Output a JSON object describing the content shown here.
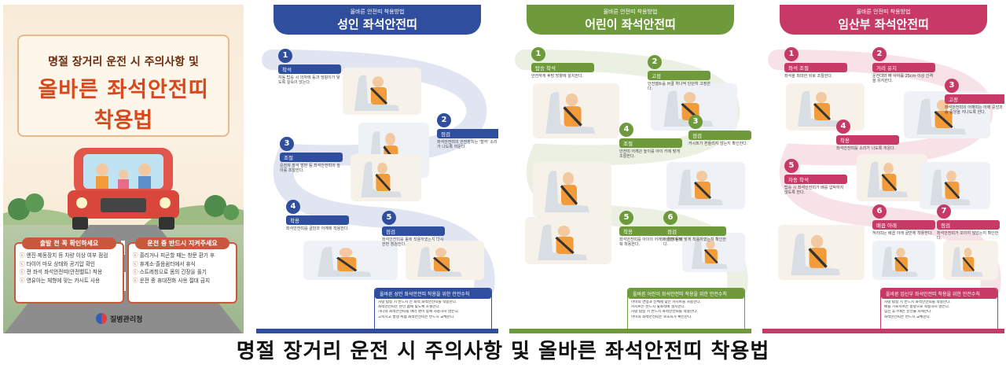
{
  "cover": {
    "subtitle": "명절 장거리 운전 시 주의사항 및",
    "title_line1": "올바른 좌석안전띠",
    "title_line2": "착용법",
    "box1": {
      "heading": "출발 전 꼭 확인하세요",
      "items": [
        "엔진·제동장치 등 차량 이상 여부 점검",
        "타이어 마모 상태와 공기압 확인",
        "전 좌석 좌석안전띠(안전벨트) 착용",
        "영유아는 체형에 맞는 카시트 사용"
      ]
    },
    "box2": {
      "heading": "운전 중 반드시 지켜주세요",
      "items": [
        "졸리거나 피곤할 때는 창문 환기 후",
        "휴게소·졸음쉼터에서 휴식",
        "스트레칭으로 몸의 긴장을 풀기",
        "운전 중 휴대전화 사용 절대 금지"
      ]
    },
    "agency": "질병관리청",
    "colors": {
      "accent": "#d8481c",
      "box": "#c9573b"
    }
  },
  "panels": [
    {
      "tag": "올바른 안전띠 착용방법",
      "title": "성인 좌석안전띠",
      "color": "#2f4f9e",
      "steps": [
        {
          "num": "1",
          "label": "착석",
          "text": "자동 탑승 시 의자에 등과 엉덩이가 닿도록 깊숙이 앉는다."
        },
        {
          "num": "2",
          "label": "점검",
          "text": "좌석안전띠의 안전장치는 '철커' 소리가 나도록 끼운다."
        },
        {
          "num": "3",
          "label": "조절",
          "text": "운전자 좌석 발판 등 좌석안전띠의 높이를 조절한다."
        },
        {
          "num": "4",
          "label": "착용",
          "text": "좌석안전띠를 골반과 어깨에 착용한다."
        },
        {
          "num": "5",
          "label": "점검",
          "text": "좌석안전띠를 몸에 착용하였는지 다시 한번 점검한다."
        }
      ],
      "rules_heading": "올바른 성인 좌석안전띠 착용을 위한 안전수칙",
      "rules": [
        "차량 탑승 시 반드시 전 좌석 좌석안전띠를 착용한다.",
        "좌석안전띠는 본인 몸에 맞도록 조절한다.",
        "하나의 좌석안전띠를 여러 명이 함께 사용하지 않는다.",
        "고속시고 발생 위험 좌석안전띠는 반드시 교체한다."
      ]
    },
    {
      "tag": "올바른 안전띠 착용방법",
      "title": "어린이 좌석안전띠",
      "color": "#6f9a3c",
      "steps": [
        {
          "num": "1",
          "label": "탑승 착석",
          "text": "안전하게 후방 방향에 설치한다."
        },
        {
          "num": "2",
          "label": "고정",
          "text": "안전벨트를 버클 하나씩 단단히 고정한다."
        },
        {
          "num": "3",
          "label": "점검",
          "text": "카시트가 흔들리지 않는지 확인한다."
        },
        {
          "num": "4",
          "label": "조절",
          "text": "안전띠 어깨끈 높이를 아이 키에 맞게 조절한다."
        },
        {
          "num": "5",
          "label": "착용",
          "text": "좌석안전띠를 아이의 어깨와 골반에 맞춰 착용한다."
        },
        {
          "num": "6",
          "label": "점검",
          "text": "아이의 몸에 맞게 착용하였는지 확인한다."
        }
      ],
      "rules_heading": "올바른 어린이 좌석안전띠 착용을 위한 안전수칙",
      "rules": [
        "아이의 연령과 신체에 맞는 카시트를 사용한다.",
        "카시트는 반드시 뒷좌석에 설치한다.",
        "차량 탑승 시 반드시 좌석안전띠를 착용한다.",
        "아이의 좌석안전띠는 보호자가 확인한다."
      ]
    },
    {
      "tag": "올바른 안전띠 착용방법",
      "title": "임산부 좌석안전띠",
      "color": "#c73a66",
      "steps": [
        {
          "num": "1",
          "label": "좌석 조절",
          "text": "좌석을 최대한 뒤로 조절한다."
        },
        {
          "num": "2",
          "label": "거리 유지",
          "text": "운전대와 배 사이를 25cm 이상 간격을 유지한다."
        },
        {
          "num": "3",
          "label": "고정",
          "text": "좌석안전띠의 어깨띠는 어깨 중앙과 가슴 중앙을 지나도록 한다."
        },
        {
          "num": "4",
          "label": "착용",
          "text": "좌석안전띠를 소리가 나도록 끼운다."
        },
        {
          "num": "5",
          "label": "자동 착석",
          "text": "탑승 시 좌석안전띠가 배를 압박하지 않도록 한다."
        },
        {
          "num": "6",
          "label": "배꼽 아래",
          "text": "허리띠는 배꼽 아래 골반에 착용한다."
        },
        {
          "num": "7",
          "label": "점검",
          "text": "좌석안전띠가 꼬이지 않았는지 확인한다."
        }
      ],
      "rules_heading": "올바른 임산부 좌석안전띠 착용을 위한 안전수칙",
      "rules": [
        "차량 탑승 시 반드시 좌석안전띠를 착용한다.",
        "배를 가로지르는 방향으로 착용하지 않는다.",
        "임신 후기에는 운전을 자제한다.",
        "좌석안전띠는 반드시 교체한다."
      ]
    }
  ],
  "caption": "명절 장거리 운전 시 주의사항 및 올바른 좌석안전띠 착용법"
}
